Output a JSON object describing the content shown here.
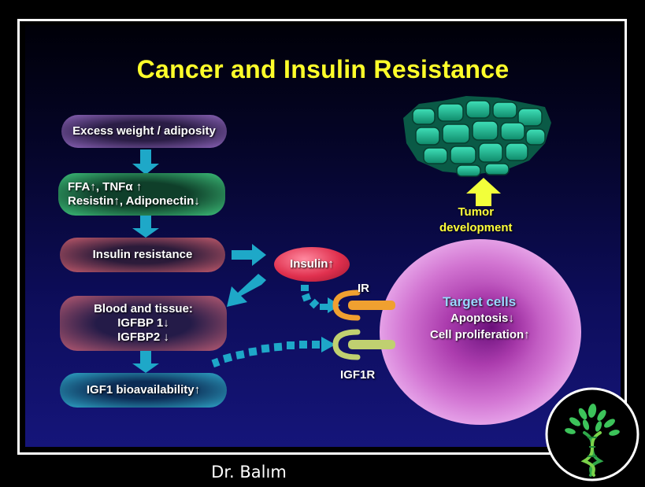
{
  "slide": {
    "title": "Cancer and Insulin Resistance",
    "boxes": {
      "excess": "Excess weight / adiposity",
      "ffa_line1": "FFA↑, TNFα ↑",
      "ffa_line2": "Resistin↑, Adiponectin↓",
      "insulin_resistance": "Insulin resistance",
      "blood_line1": "Blood and tissue:",
      "blood_line2": "IGFBP 1↓",
      "blood_line3": "IGFBP2 ↓",
      "igf1_bio": "IGF1 bioavailability↑",
      "insulin": "Insulin↑"
    },
    "receptors": {
      "ir": "IR",
      "igf1r": "IGF1R"
    },
    "tumor": {
      "line1": "Tumor",
      "line2": "development"
    },
    "cell": {
      "title": "Target cells",
      "line1": "Apoptosis↓",
      "line2": "Cell proliferation↑"
    }
  },
  "credit": "Dr. Balım",
  "colors": {
    "title": "#ffff2a",
    "arrow": "#1ea8c8",
    "tumor_arrow": "#f2ff3a",
    "ir_receptor": "#f0a030",
    "igf1r_receptor": "#c0d070",
    "cell": "#d86ad0",
    "tumor_cells": "#1fbf9a"
  },
  "icons": [
    "arrow-down-icon",
    "arrow-right-icon",
    "dashed-arrow-icon",
    "receptor-icon",
    "dna-tree-logo-icon"
  ]
}
